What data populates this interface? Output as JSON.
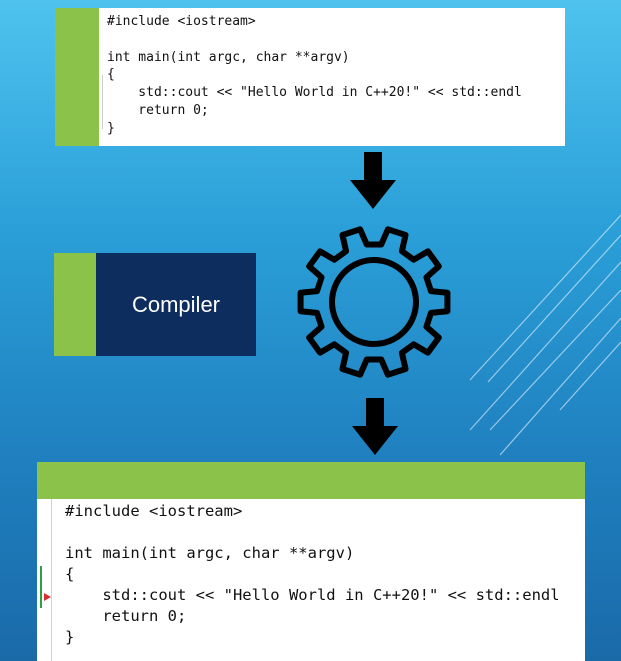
{
  "top_code": {
    "lines": [
      "#include <iostream>",
      "",
      "int main(int argc, char **argv)",
      "{",
      "    std::cout << \"Hello World in C++20!\" << std::endl",
      "    return 0;",
      "}"
    ]
  },
  "compiler": {
    "label": "Compiler"
  },
  "bottom_code": {
    "lines": [
      "#include <iostream>",
      "",
      "int main(int argc, char **argv)",
      "{",
      "    std::cout << \"Hello World in C++20!\" << std::endl",
      "    return 0;",
      "}"
    ]
  },
  "colors": {
    "accent_green": "#8bc34a",
    "compiler_box": "#0d2d5e",
    "background_top": "#4fc3ee",
    "background_bottom": "#1a6aa8"
  },
  "icons": [
    "down-arrow-icon",
    "gear-icon",
    "breakpoint-arrow-icon"
  ]
}
